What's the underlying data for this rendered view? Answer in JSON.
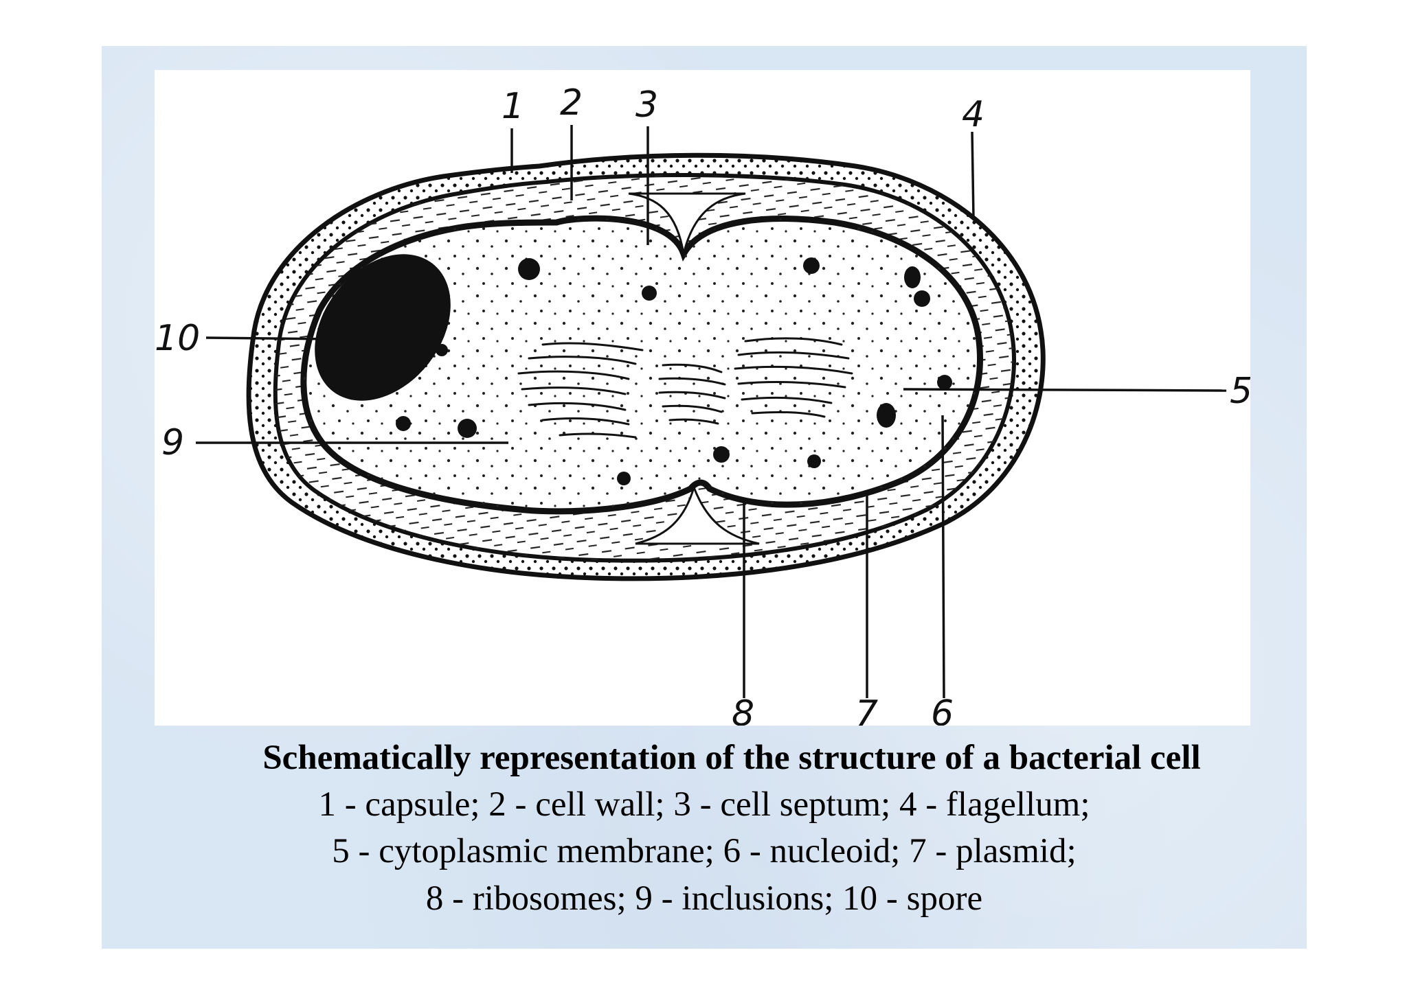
{
  "diagram": {
    "labels": [
      {
        "id": "1",
        "text": "1"
      },
      {
        "id": "2",
        "text": "2"
      },
      {
        "id": "3",
        "text": "3"
      },
      {
        "id": "4",
        "text": "4"
      },
      {
        "id": "5",
        "text": "5"
      },
      {
        "id": "6",
        "text": "6"
      },
      {
        "id": "7",
        "text": "7"
      },
      {
        "id": "8",
        "text": "8"
      },
      {
        "id": "9",
        "text": "9"
      },
      {
        "id": "10",
        "text": "10"
      }
    ]
  },
  "caption": {
    "title": "Schematically representation of the structure of a bacterial cell",
    "lines": [
      "1 - capsule; 2 - cell wall; 3 - cell septum; 4 - flagellum;",
      "5 - cytoplasmic membrane; 6 - nucleoid; 7 - plasmid;",
      "8 - ribosomes; 9 - inclusions; 10 - spore"
    ]
  },
  "colors": {
    "background": "#d9e6f3",
    "ink": "#111111"
  }
}
